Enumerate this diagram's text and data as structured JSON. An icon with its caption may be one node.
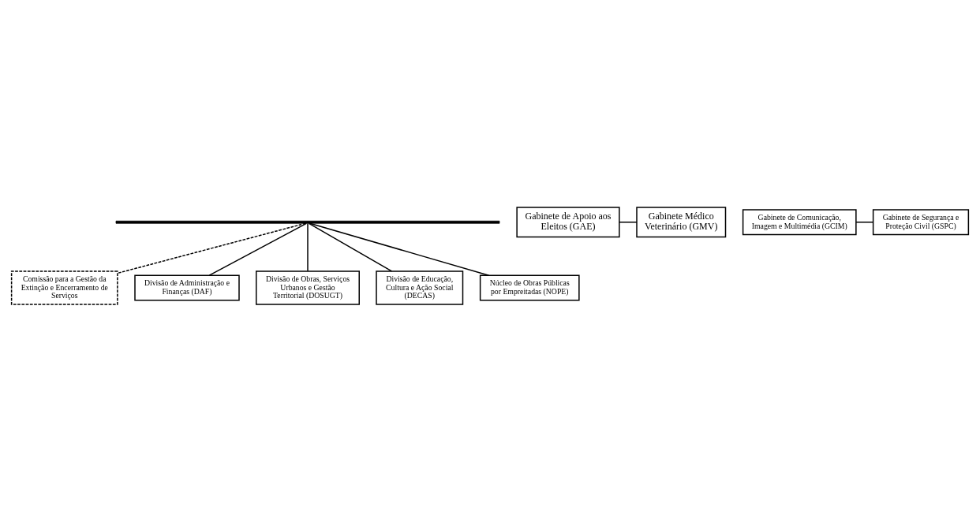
{
  "diagram": {
    "nodes": [
      {
        "text": [],
        "shape": "bar"
      },
      {
        "text": [
          "Comissão para a Gestão da Extinção e Encerramento de Serviços"
        ]
      },
      {
        "text": [
          "Gabinete de Apoio aos Eleitos (GAE)"
        ]
      },
      {
        "text": [
          "Gabinete Médico Veterinário (GMV)"
        ]
      },
      {
        "text": [
          "Gabinete de Comunicação, Imagem e Multimédia (GCIM)"
        ]
      },
      {
        "text": [
          "Gabinete de Segurança e Proteção Civil (GSPC)"
        ]
      },
      {
        "text": [
          "Divisão de Administração e Finanças (DAF)"
        ]
      },
      {
        "text": [
          "Divisão de Obras, Serviços Urbanos e Gestão Territorial (DOSUGT)"
        ]
      },
      {
        "text": [
          "Divisão de Educação, Cultura e Ação Social (DECAS)"
        ]
      },
      {
        "text": [
          "Núcleo de Obras Públicas por Empreitadas (NOPE)"
        ]
      }
    ],
    "edges": [
      {
        "from": 0,
        "to": 1,
        "arrow": "none",
        "style": "dashed"
      },
      {
        "from": 2,
        "to": 3,
        "arrow": "none"
      },
      {
        "from": 4,
        "to": 5,
        "arrow": "none"
      },
      {
        "from": 0,
        "to": 6,
        "arrow": "none"
      },
      {
        "from": 0,
        "to": 7,
        "arrow": "none"
      },
      {
        "from": 0,
        "to": 8,
        "arrow": "none"
      },
      {
        "from": 0,
        "to": 9,
        "arrow": "none"
      }
    ]
  }
}
